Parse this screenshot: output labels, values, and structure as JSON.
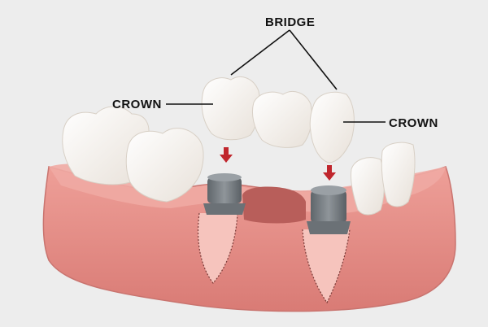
{
  "labels": {
    "bridge": "BRIDGE",
    "crown_left": "CROWN",
    "crown_right": "CROWN"
  },
  "colors": {
    "background": "#ededed",
    "gum": "#e7928c",
    "gum_dark": "#c9746f",
    "gum_cut": "#f3b8b1",
    "tooth": "#fbf8f4",
    "tooth_shadow": "#e7e0d8",
    "abutment": "#7b8186",
    "arrow": "#c0262d",
    "leader_line": "#111111"
  },
  "icons": [
    "down-arrow-icon",
    "down-arrow-icon"
  ]
}
